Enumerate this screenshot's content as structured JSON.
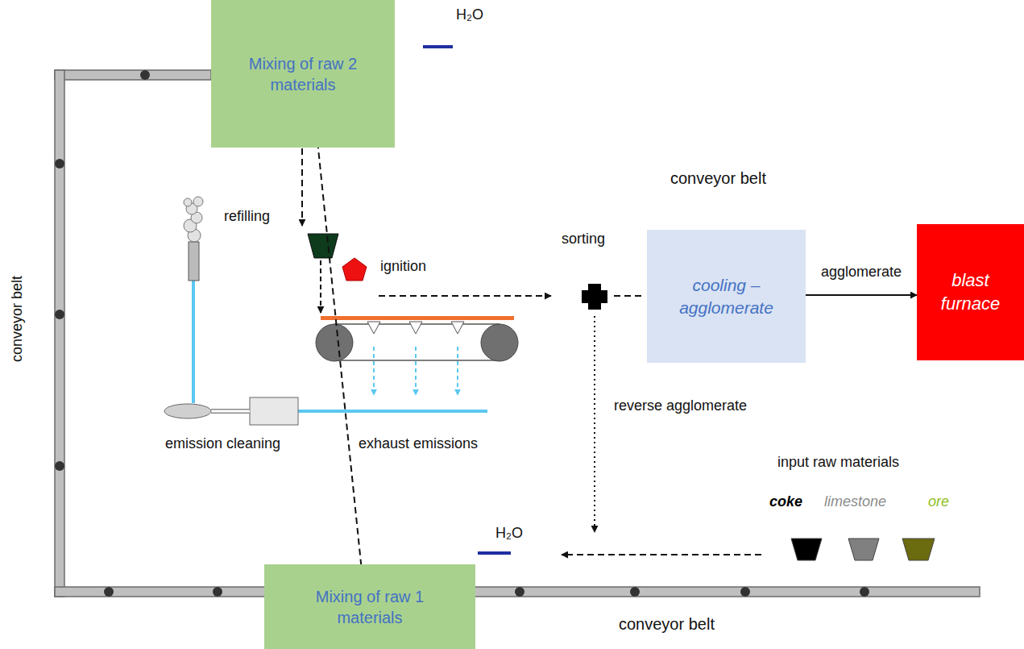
{
  "diagram": {
    "nodes": [
      {
        "text": [
          "Mixing of raw 2 materials"
        ]
      },
      {
        "text": [
          "cooling – agglomerate"
        ]
      },
      {
        "text": [
          "blast furnace"
        ]
      },
      {
        "text": [
          "Mixing of raw 1 materials"
        ]
      }
    ],
    "edges": [
      {
        "from": 3,
        "to": 0,
        "arrow": "to"
      },
      {
        "from": 1,
        "to": 2,
        "label": "agglomerate",
        "arrow": "to"
      }
    ],
    "labels": [
      "H₂O",
      "conveyor belt",
      "refilling",
      "ignition",
      "conveyor belt",
      "sorting",
      "reverse agglomerate",
      "emission cleaning",
      "exhaust emissions",
      "input raw materials",
      "coke",
      "limestone",
      "ore",
      "H₂O",
      "conveyor belt"
    ]
  }
}
